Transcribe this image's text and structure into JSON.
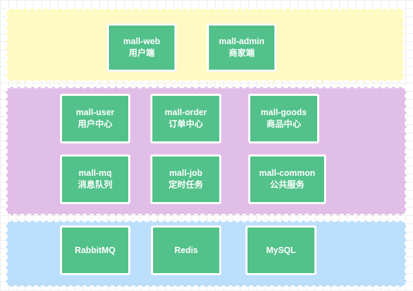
{
  "layers": {
    "frontend": {
      "nodes": [
        {
          "title": "mall-web",
          "subtitle": "用户端"
        },
        {
          "title": "mall-admin",
          "subtitle": "商家端"
        }
      ]
    },
    "services": {
      "nodes": [
        {
          "title": "mall-user",
          "subtitle": "用户中心"
        },
        {
          "title": "mall-order",
          "subtitle": "订单中心"
        },
        {
          "title": "mall-goods",
          "subtitle": "商品中心"
        },
        {
          "title": "mall-mq",
          "subtitle": "消息队列"
        },
        {
          "title": "mall-job",
          "subtitle": "定时任务"
        },
        {
          "title": "mall-common",
          "subtitle": "公共服务"
        }
      ]
    },
    "infra": {
      "nodes": [
        {
          "title": "RabbitMQ"
        },
        {
          "title": "Redis"
        },
        {
          "title": "MySQL"
        }
      ]
    }
  },
  "colors": {
    "frontend_layer": "#fff9c4",
    "services_layer": "#e1bee7",
    "infra_layer": "#bbdefb",
    "node": "#52c18a",
    "node_text": "#ffffff"
  }
}
